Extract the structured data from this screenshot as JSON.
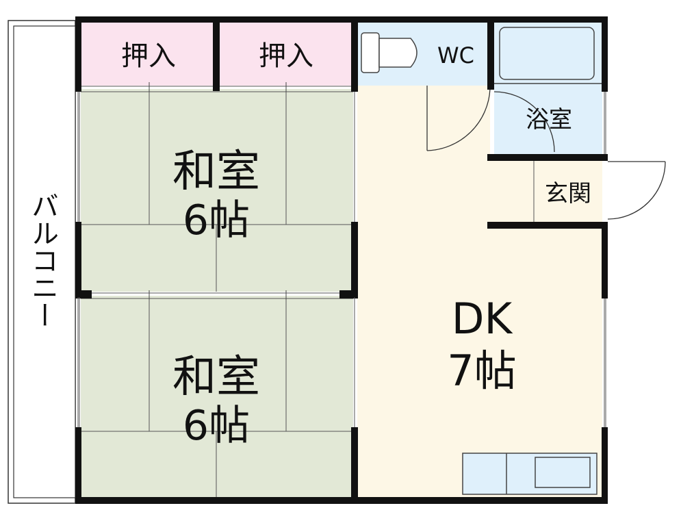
{
  "rooms": {
    "closet_left": {
      "label": "押入"
    },
    "closet_right": {
      "label": "押入"
    },
    "wc": {
      "label": "WC"
    },
    "bath": {
      "label": "浴室"
    },
    "entrance": {
      "label": "玄関"
    },
    "washitsu_upper": {
      "name": "和室",
      "size": "6帖"
    },
    "washitsu_lower": {
      "name": "和室",
      "size": "6帖"
    },
    "dk": {
      "name": "DK",
      "size": "7帖"
    }
  },
  "balcony": {
    "label": "バルコニー"
  },
  "colors": {
    "closet": "#fbe3ee",
    "tatami": "#e2e8d6",
    "wet_area": "#dff0fb",
    "dk_floor": "#fdf7e6",
    "wall": "#111111"
  }
}
